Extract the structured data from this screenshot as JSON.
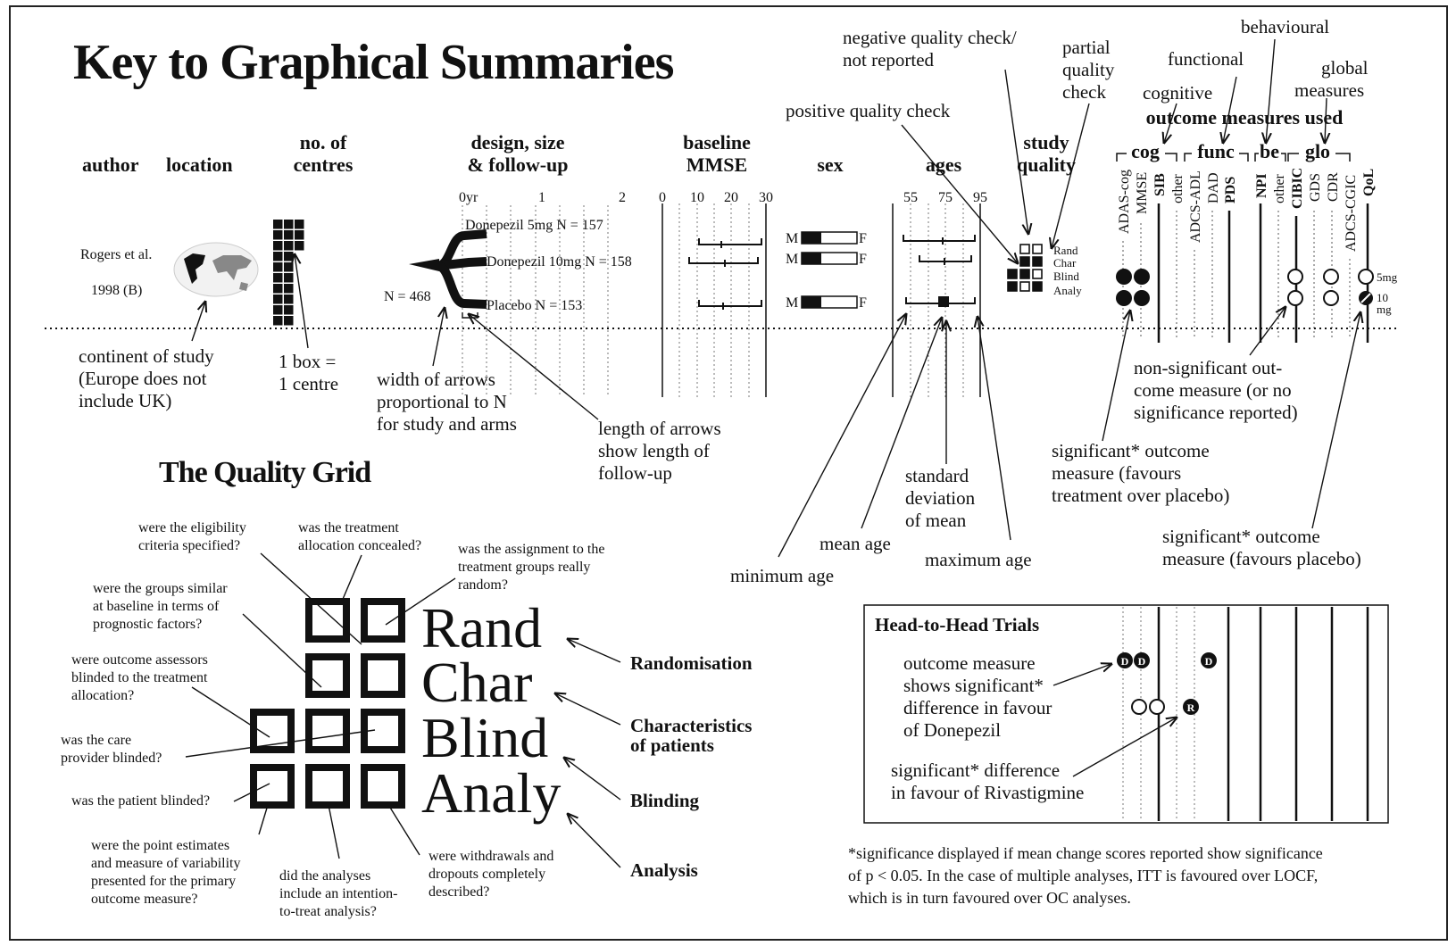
{
  "title": "Key to Graphical Summaries",
  "columns": {
    "author": "author",
    "location": "location",
    "centres_1": "no. of",
    "centres_2": "centres",
    "design_1": "design, size",
    "design_2": "& follow-up",
    "mmse_1": "baseline",
    "mmse_2": "MMSE",
    "sex": "sex",
    "ages": "ages",
    "quality_1": "study",
    "quality_2": "quality",
    "outcomes": "outcome measures used"
  },
  "example": {
    "author": "Rogers et al.",
    "year": "1998 (B)",
    "n_total": "N = 468",
    "arms": [
      "Donepezil 5mg N = 157",
      "Donepezil 10mg N = 158",
      "Placebo N = 153"
    ],
    "years_ticks": [
      "0yr",
      "1",
      "2"
    ],
    "mmse_ticks": [
      "0",
      "10",
      "20",
      "30"
    ],
    "age_ticks": [
      "55",
      "75",
      "95"
    ],
    "male": "M",
    "female": "F",
    "quality_rows": [
      "Rand",
      "Char",
      "Blind",
      "Analy"
    ],
    "dose_5": "5mg",
    "dose_10a": "10",
    "dose_10b": "mg"
  },
  "outcome_groups": [
    "cog",
    "func",
    "be",
    "glo"
  ],
  "outcome_measures": [
    "ADAS-cog",
    "MMSE",
    "SIB",
    "other",
    "ADCS-ADL",
    "DAD",
    "PDS",
    "NPI",
    "other",
    "CIBIC",
    "GDS",
    "CDR",
    "ADCS-CGIC",
    "QoL"
  ],
  "annotations": {
    "continent": [
      "continent of study",
      "(Europe does not",
      "include UK)"
    ],
    "box": [
      "1 box =",
      "1 centre"
    ],
    "width": [
      "width of arrows",
      "proportional to N",
      "for study and arms"
    ],
    "length": [
      "length of arrows",
      "show length of",
      "follow-up"
    ],
    "min_age": "minimum age",
    "mean_age": "mean age",
    "sd": [
      "standard",
      "deviation",
      "of mean"
    ],
    "max_age": "maximum age",
    "neg_check": [
      "negative quality check/",
      "not reported"
    ],
    "partial_check": [
      "partial",
      "quality",
      "check"
    ],
    "pos_check": "positive quality check",
    "cognitive": "cognitive",
    "functional": "functional",
    "behavioural": "behavioural",
    "global": [
      "global",
      "measures"
    ],
    "nonsig": [
      "non-significant out-",
      "come measure (or no",
      "significance reported)"
    ],
    "sig_treat": [
      "significant* outcome",
      "measure (favours",
      "treatment over placebo)"
    ],
    "sig_placebo": [
      "significant* outcome",
      "measure (favours placebo)"
    ]
  },
  "quality_grid": {
    "title": "The Quality Grid",
    "words": [
      "Rand",
      "Char",
      "Blind",
      "Analy"
    ],
    "labels": [
      "Randomisation",
      "Characteristics",
      "of patients",
      "Blinding",
      "Analysis"
    ],
    "questions": {
      "q1": [
        "were the eligibility",
        "criteria specified?"
      ],
      "q2": [
        "was the treatment",
        "allocation concealed?"
      ],
      "q3": [
        "was the assignment to the",
        "treatment groups really",
        "random?"
      ],
      "q4": [
        "were the groups similar",
        "at baseline in terms of",
        "prognostic factors?"
      ],
      "q5": [
        "were outcome assessors",
        "blinded to the treatment",
        "allocation?"
      ],
      "q6": [
        "was the care",
        "provider blinded?"
      ],
      "q7": [
        "was the patient blinded?"
      ],
      "q8": [
        "were the point estimates",
        "and measure of variability",
        "presented for the primary",
        "outcome measure?"
      ],
      "q9": [
        "did the analyses",
        "include an intention-",
        "to-treat analysis?"
      ],
      "q10": [
        "were withdrawals and",
        "dropouts completely",
        "described?"
      ]
    }
  },
  "head_to_head": {
    "title": "Head-to-Head Trials",
    "text1": [
      "outcome measure",
      "shows significant*",
      "difference in favour",
      "of Donepezil"
    ],
    "text2": [
      "significant* difference",
      "in favour of Rivastigmine"
    ],
    "d": "D",
    "r": "R"
  },
  "footnote": [
    "*significance displayed if  mean change scores reported show significance",
    "of p < 0.05. In the case of multiple analyses, ITT is favoured over LOCF,",
    "which is in turn favoured over OC analyses."
  ]
}
